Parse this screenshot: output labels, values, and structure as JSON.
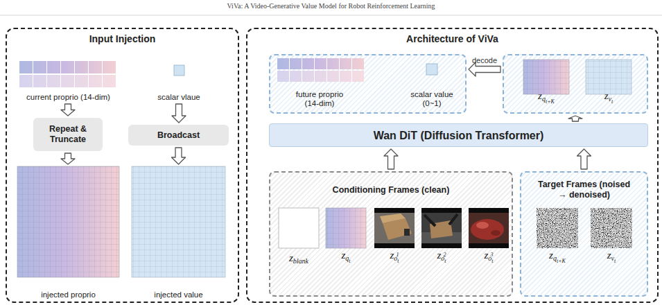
{
  "diagram": {
    "nodes": [
      {
        "text": [
          "Input Injection"
        ]
      },
      {
        "text": [
          "current proprio (14-dim)"
        ],
        "in": 0
      },
      {
        "text": [
          "scalar vlaue"
        ],
        "in": 0
      },
      {
        "text": [
          "Repeat & Truncate"
        ],
        "in": 0
      },
      {
        "text": [
          "Broadcast"
        ],
        "in": 0
      },
      {
        "text": [
          "injected proprio"
        ],
        "in": 0
      },
      {
        "text": [
          "injected value"
        ],
        "in": 0
      },
      {
        "text": [
          "Architecture of ViVa"
        ]
      },
      {
        "text": [],
        "in": 7
      },
      {
        "text": [
          "future proprio (14-dim)"
        ],
        "in": 8
      },
      {
        "text": [
          "scalar value (0~1)"
        ],
        "in": 8
      },
      {
        "text": [],
        "in": 7
      },
      {
        "text": [
          "ẑ",
          "q",
          "t+K"
        ],
        "in": 11
      },
      {
        "text": [
          "ẑ",
          "v",
          "t"
        ],
        "in": 11
      },
      {
        "text": [
          "Wan DiT (Diffusion Transformer)"
        ],
        "in": 7
      },
      {
        "text": [
          "Conditioning Frames (clean)"
        ],
        "in": 7
      },
      {
        "text": [
          "z",
          "blank"
        ],
        "in": 15
      },
      {
        "text": [
          "z",
          "q",
          "t"
        ],
        "in": 15
      },
      {
        "text": [
          "z",
          "o",
          "t",
          "1"
        ],
        "in": 15
      },
      {
        "text": [
          "z",
          "o",
          "t",
          "2"
        ],
        "in": 15
      },
      {
        "text": [
          "z",
          "o",
          "t",
          "3"
        ],
        "in": 15
      },
      {
        "text": [
          "Target Frames (noised → denoised)"
        ],
        "in": 7
      },
      {
        "text": [
          "z",
          "q",
          "t+K"
        ],
        "in": 21
      },
      {
        "text": [
          "z",
          "v",
          "t"
        ],
        "in": 21
      }
    ],
    "edges": [
      {
        "from": 1,
        "to": 3,
        "arrow": "to"
      },
      {
        "from": 3,
        "to": 5,
        "arrow": "to"
      },
      {
        "from": 2,
        "to": 4,
        "arrow": "to"
      },
      {
        "from": 4,
        "to": 6,
        "arrow": "to"
      },
      {
        "from": 11,
        "to": 8,
        "arrow": "to",
        "label": "decode"
      },
      {
        "from": 15,
        "to": 14,
        "arrow": "to"
      },
      {
        "from": 21,
        "to": 14,
        "arrow": "to"
      },
      {
        "from": 14,
        "to": 11,
        "arrow": "to"
      }
    ],
    "labels": [
      "ViVa: A Video-Generative Value Model for Robot Reinforcement Learning"
    ]
  }
}
